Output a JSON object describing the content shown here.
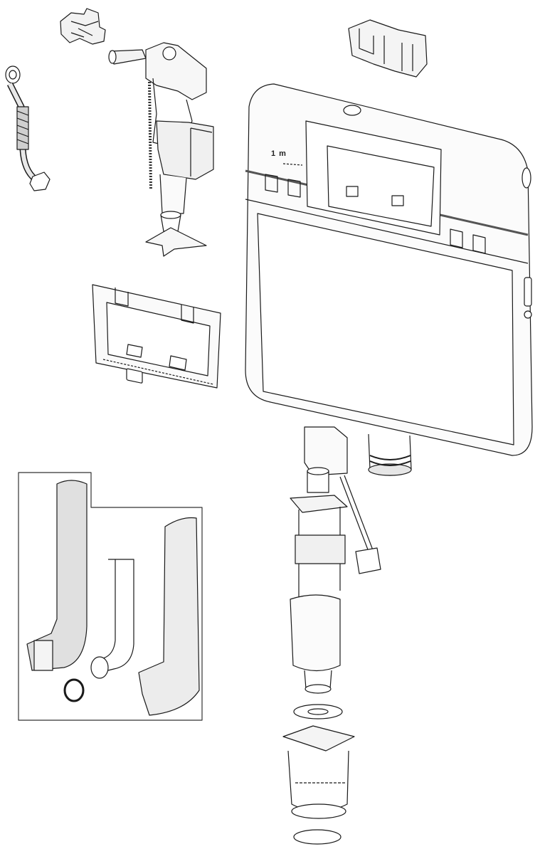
{
  "diagram": {
    "type": "exploded-view technical drawing",
    "subject": "concealed toilet cistern assembly",
    "labels": {
      "level_mark": "1 m"
    },
    "components": [
      {
        "id": "bracket-clip-small",
        "description": "small mounting clip"
      },
      {
        "id": "fill-valve",
        "description": "inlet / fill valve with float"
      },
      {
        "id": "flex-hose",
        "description": "braided flexible supply hose with nuts"
      },
      {
        "id": "valve-foot",
        "description": "fill valve base foot"
      },
      {
        "id": "access-frame",
        "description": "service access frame / plate"
      },
      {
        "id": "bracket-clip-top",
        "description": "top mounting bracket"
      },
      {
        "id": "cistern-body",
        "description": "cistern tank body"
      },
      {
        "id": "outlet-spigot",
        "description": "cistern outlet spigot with seals"
      },
      {
        "id": "flush-valve",
        "description": "flush valve with overflow and lever"
      },
      {
        "id": "washer",
        "description": "flat sealing washer"
      },
      {
        "id": "flush-outlet-housing",
        "description": "flush valve outlet housing"
      },
      {
        "id": "o-ring",
        "description": "bottom O-ring seal"
      },
      {
        "id": "inset-flush-bend-insulated",
        "description": "flush bend with insulation (inset)"
      },
      {
        "id": "inset-seal-ring",
        "description": "seal ring (inset)"
      },
      {
        "id": "inset-flush-bend",
        "description": "flush bend pipe (inset)"
      },
      {
        "id": "inset-flush-bend-foam",
        "description": "flush bend with foam sleeve (inset)"
      }
    ]
  }
}
